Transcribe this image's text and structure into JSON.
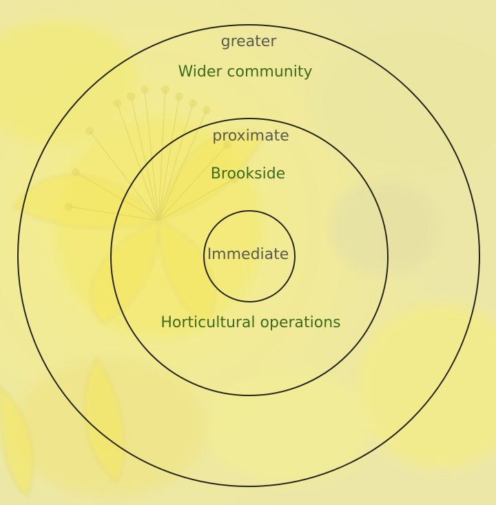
{
  "palette": {
    "background": "#efe9a0",
    "ring_stroke": "#242418",
    "tier_text": "#5a5a4e",
    "name_text": "#3d6a1c"
  },
  "rings": {
    "outer": {
      "tier": "greater",
      "name": "Wider community"
    },
    "middle": {
      "tier": "proximate",
      "name": "Brookside"
    },
    "inner": {
      "tier": "Immediate",
      "name": "Horticultural operations"
    }
  }
}
